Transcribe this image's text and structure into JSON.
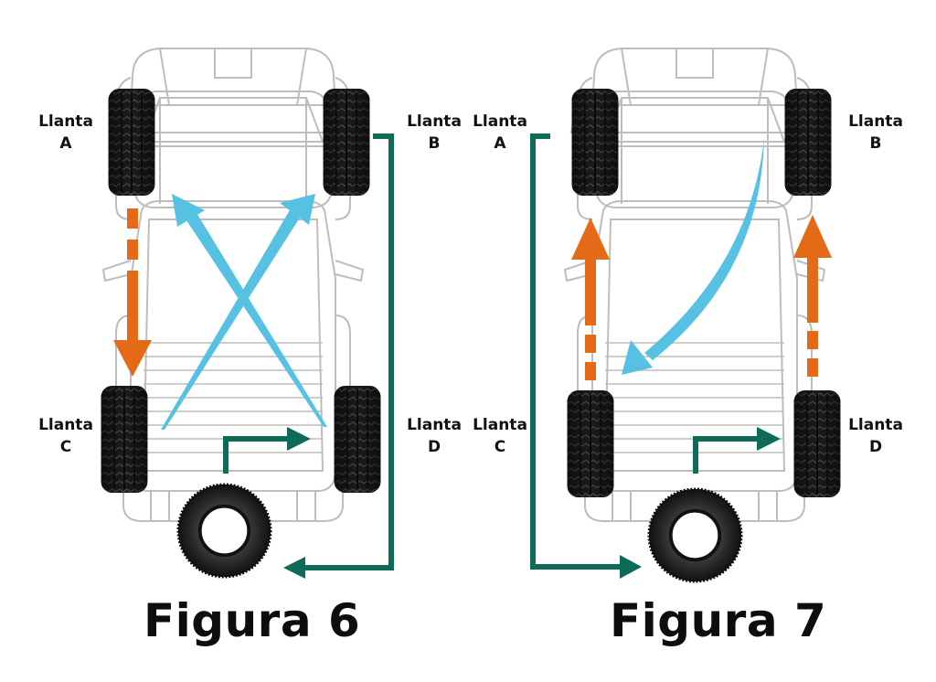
{
  "colors": {
    "orange_arrow": "#E46A17",
    "blue_arrow": "#56C1E3",
    "green_arrow": "#0E6B58",
    "car_outline": "#BDBDBD",
    "tire": "#1a1a1a"
  },
  "figures": [
    {
      "caption": "Figura 6",
      "labels": {
        "A": {
          "line1": "Llanta",
          "line2": "A"
        },
        "B": {
          "line1": "Llanta",
          "line2": "B"
        },
        "C": {
          "line1": "Llanta",
          "line2": "C"
        },
        "D": {
          "line1": "Llanta",
          "line2": "D"
        }
      },
      "moves": [
        {
          "from": "A",
          "to": "C",
          "style": "orange-dashed"
        },
        {
          "from": "C",
          "to": "B",
          "style": "blue-cross"
        },
        {
          "from": "D",
          "to": "A",
          "style": "blue-cross"
        },
        {
          "from": "B",
          "to": "spare",
          "style": "green"
        },
        {
          "from": "spare",
          "to": "D",
          "style": "green"
        }
      ]
    },
    {
      "caption": "Figura 7",
      "labels": {
        "A": {
          "line1": "Llanta",
          "line2": "A"
        },
        "B": {
          "line1": "Llanta",
          "line2": "B"
        },
        "C": {
          "line1": "Llanta",
          "line2": "C"
        },
        "D": {
          "line1": "Llanta",
          "line2": "D"
        }
      },
      "moves": [
        {
          "from": "C",
          "to": "A",
          "style": "orange-dashed"
        },
        {
          "from": "D",
          "to": "B",
          "style": "orange-dashed"
        },
        {
          "from": "B",
          "to": "C",
          "style": "blue-curve"
        },
        {
          "from": "A",
          "to": "spare",
          "style": "green"
        },
        {
          "from": "spare",
          "to": "D",
          "style": "green"
        }
      ]
    }
  ]
}
